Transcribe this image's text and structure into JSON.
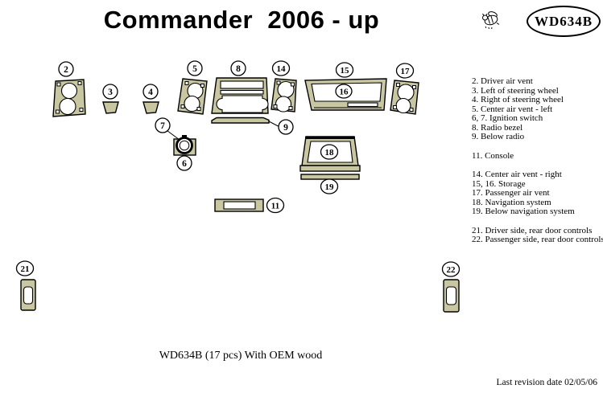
{
  "header": {
    "title": "Commander  2006 - up",
    "kit_code": "WD634B"
  },
  "colors": {
    "wood": "#c9c6a2",
    "outline": "#000000",
    "background": "#ffffff"
  },
  "callouts": {
    "c2": "2",
    "c3": "3",
    "c4": "4",
    "c5": "5",
    "c6": "6",
    "c7": "7",
    "c8": "8",
    "c9": "9",
    "c11": "11",
    "c14": "14",
    "c15": "15",
    "c16": "16",
    "c17": "17",
    "c18": "18",
    "c19": "19",
    "c21": "21",
    "c22": "22"
  },
  "legend": {
    "group1": [
      "2. Driver air vent",
      "3. Left of steering wheel",
      "4. Right of steering wheel",
      "5. Center air vent - left",
      "6, 7. Ignition switch",
      "8. Radio bezel",
      "9. Below radio"
    ],
    "group2": [
      "11. Console"
    ],
    "group3": [
      "14. Center air vent - right",
      "15, 16. Storage",
      "17. Passenger air vent",
      "18. Navigation system",
      "19. Below navigation system"
    ],
    "group4": [
      "21. Driver side, rear door controls",
      "22. Passenger side, rear door controls"
    ]
  },
  "footer": {
    "description": "WD634B (17 pcs) With OEM wood",
    "revision": "Last revision date 02/05/06"
  }
}
